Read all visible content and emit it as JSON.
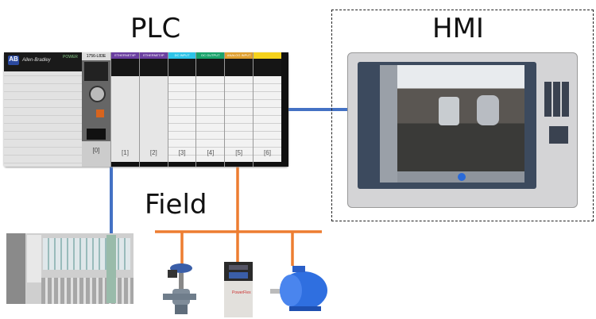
{
  "labels": {
    "plc": "PLC",
    "hmi": "HMI",
    "field": "Field"
  },
  "plc": {
    "brand_logo": "AB",
    "brand": "Allen-Bradley",
    "power": "POWER",
    "cpu_model": "1756-L83E",
    "modules": [
      {
        "slot": "[0]",
        "header": "",
        "kind": "controller"
      },
      {
        "slot": "[1]",
        "header": "ETHERNET/IP",
        "kind": "comm"
      },
      {
        "slot": "[2]",
        "header": "ETHERNET/IP",
        "kind": "comm"
      },
      {
        "slot": "[3]",
        "header": "DC INPUT",
        "kind": "io"
      },
      {
        "slot": "[4]",
        "header": "DC OUTPUT",
        "kind": "io"
      },
      {
        "slot": "[5]",
        "header": "ANALOG INPUT",
        "kind": "io"
      },
      {
        "slot": "[6]",
        "header": "",
        "kind": "io"
      }
    ]
  },
  "colors": {
    "ethernet": "#4472c4",
    "fieldbus": "#ed7d31",
    "hmi_border": "#000000",
    "io_headers": [
      "#2ec4e8",
      "#1aa36b",
      "#e0a030",
      "#f5d21c"
    ]
  },
  "field_devices": [
    "remote-io",
    "control-valve",
    "variable-frequency-drive",
    "electric-motor"
  ]
}
